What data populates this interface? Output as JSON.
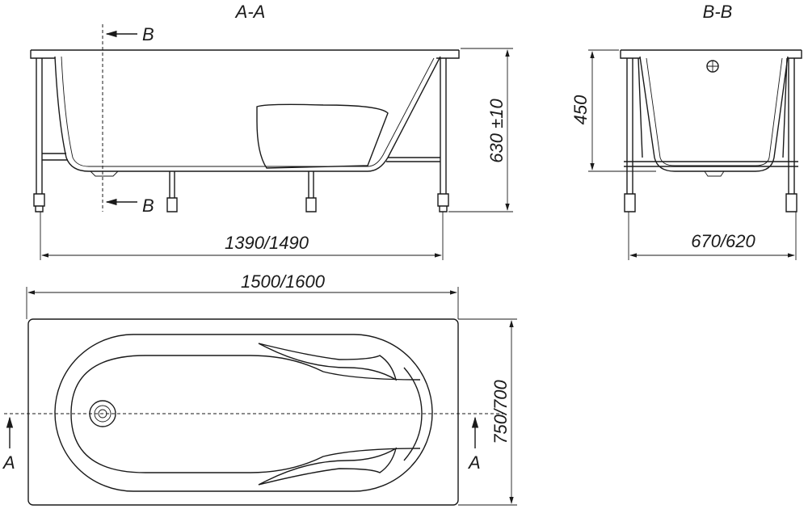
{
  "section_aa": {
    "title": "A-A",
    "cut_label_top": "B",
    "cut_label_bottom": "B",
    "height_dim": "630 ±10",
    "length_dim": "1390/1490"
  },
  "section_bb": {
    "title": "B-B",
    "height_dim": "450",
    "width_dim": "670/620"
  },
  "plan": {
    "length_dim": "1500/1600",
    "width_dim": "750/700",
    "cut_label_left": "A",
    "cut_label_right": "A"
  },
  "colors": {
    "line": "#1a1a1a",
    "background": "#ffffff"
  }
}
